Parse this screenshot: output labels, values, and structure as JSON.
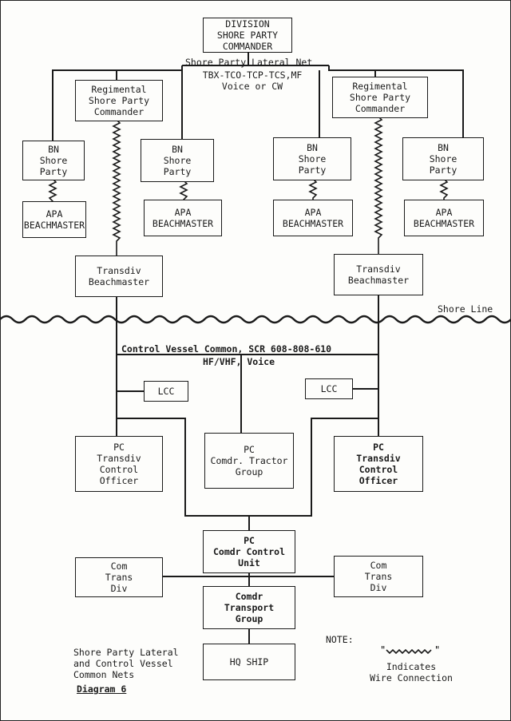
{
  "boxes": {
    "division_commander": "DIVISION\nSHORE PARTY\nCOMMANDER",
    "regimental_left": "Regimental\nShore Party\nCommander",
    "regimental_right": "Regimental\nShore Party\nCommander",
    "bn_1": "BN\nShore\nParty",
    "bn_2": "BN\nShore\nParty",
    "bn_3": "BN\nShore\nParty",
    "bn_4": "BN\nShore\nParty",
    "apa_1": "APA\nBEACHMASTER",
    "apa_2": "APA\nBEACHMASTER",
    "apa_3": "APA\nBEACHMASTER",
    "apa_4": "APA\nBEACHMASTER",
    "transdiv_left": "Transdiv\nBeachmaster",
    "transdiv_right": "Transdiv\nBeachmaster",
    "lcc_left": "LCC",
    "lcc_right": "LCC",
    "pc_left": "PC\nTransdiv\nControl\nOfficer",
    "pc_tractor": "PC\nComdr. Tractor\nGroup",
    "pc_right": "PC\nTransdiv\nControl\nOfficer",
    "pc_control_unit": "PC\nComdr Control\nUnit",
    "com_trans_left": "Com\nTrans\nDiv",
    "com_trans_right": "Com\nTrans\nDiv",
    "comdr_transport": "Comdr\nTransport\nGroup",
    "hq_ship": "HQ SHIP"
  },
  "labels": {
    "lateral_net": "Shore Party Lateral Net",
    "lateral_net_equipment": "TBX-TCO-TCP-TCS,MF\nVoice or CW",
    "shore_line": "Shore Line",
    "control_vessel_common": "Control Vessel Common, SCR 608-808-610",
    "control_vessel_band": "HF/VHF, Voice",
    "legend_title": "Shore Party Lateral\nand Control Vessel\nCommon Nets",
    "diagram_number": "Diagram 6",
    "note_label": "NOTE:",
    "note_text": "Indicates\nWire Connection"
  }
}
